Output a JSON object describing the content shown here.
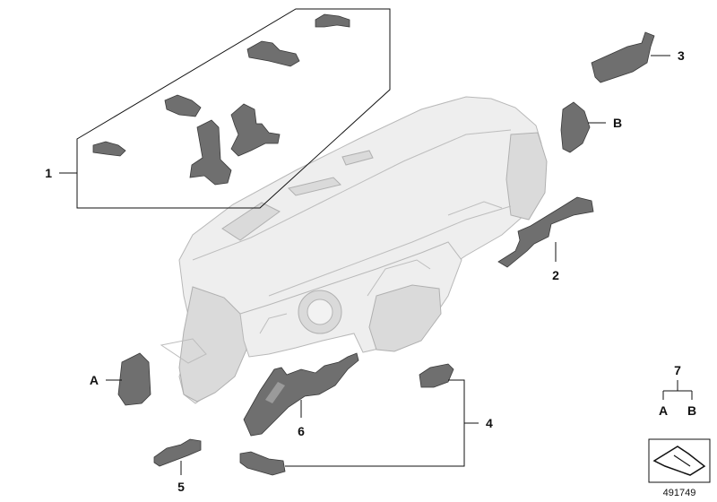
{
  "diagram": {
    "labels": {
      "p1": "1",
      "p2": "2",
      "p3": "3",
      "p4": "4",
      "p5": "5",
      "p6": "6",
      "p7": "7",
      "a_left": "A",
      "b_right": "B",
      "a_key": "A",
      "b_key": "B"
    },
    "image_number": "491749"
  }
}
